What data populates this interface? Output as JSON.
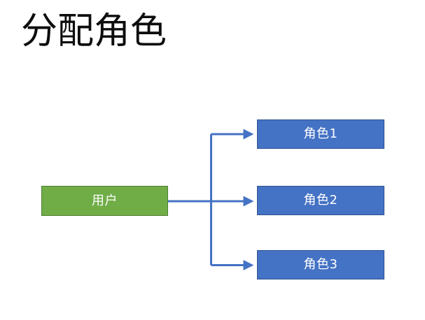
{
  "slide": {
    "title": "分配角色",
    "background_color": "#FFFFFF",
    "title_color": "#0D0D0D"
  },
  "diagram": {
    "source_node": {
      "label": "用户",
      "fill_color": "#70AD47",
      "border_color": "#507E32",
      "text_color": "#FFFFFF"
    },
    "target_nodes": [
      {
        "label": "角色1",
        "fill_color": "#4472C4",
        "border_color": "#2F528F",
        "text_color": "#FFFFFF"
      },
      {
        "label": "角色2",
        "fill_color": "#4472C4",
        "border_color": "#2F528F",
        "text_color": "#FFFFFF"
      },
      {
        "label": "角色3",
        "fill_color": "#4472C4",
        "border_color": "#2F528F",
        "text_color": "#FFFFFF"
      }
    ],
    "connector_color": "#4472C4",
    "connector_count": 3,
    "arrow_direction": "right"
  }
}
